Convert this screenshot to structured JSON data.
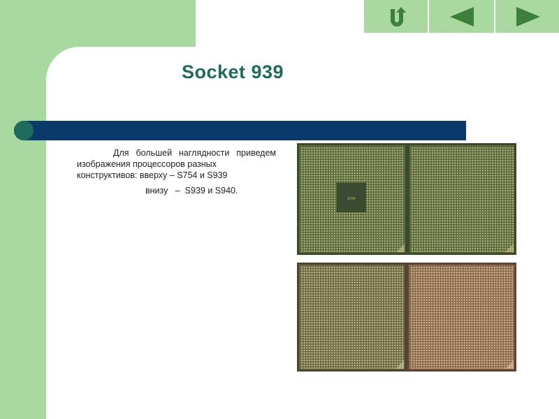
{
  "slide": {
    "title": "Socket 939",
    "text_line1": "Для большей наглядности приведем изображения процессоров разных",
    "text_line2": "конструктивов: вверху – S754 и S939",
    "text_line3": "внизу   –  S939 и S940."
  },
  "nav": {
    "buttons": [
      {
        "icon": "return-icon"
      },
      {
        "icon": "arrow-left-icon"
      },
      {
        "icon": "arrow-right-icon"
      }
    ]
  },
  "images": [
    {
      "label": "S754",
      "tone": "green",
      "die_marking": "S754"
    },
    {
      "label": "S939",
      "tone": "green"
    },
    {
      "label": "S939",
      "tone": "olive"
    },
    {
      "label": "S940",
      "tone": "brown"
    }
  ],
  "colors": {
    "background": "#a9d8a1",
    "title": "#1e6b5b",
    "bar": "#0a3a6b"
  }
}
